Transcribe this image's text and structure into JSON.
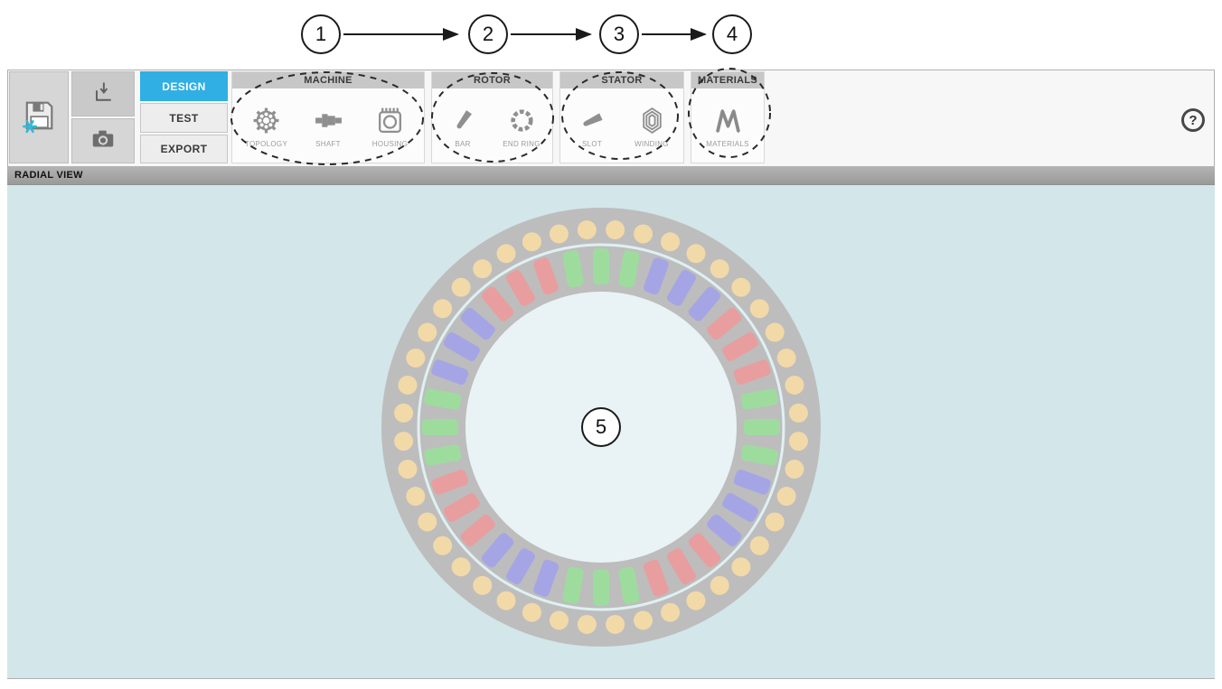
{
  "annotations": {
    "callouts": [
      {
        "label": "1"
      },
      {
        "label": "2"
      },
      {
        "label": "3"
      },
      {
        "label": "4"
      },
      {
        "label": "5"
      }
    ]
  },
  "toolbar": {
    "save_button_icon": "save-disk-snowflake-icon",
    "import_button_icon": "import-arrow-icon",
    "snapshot_button_icon": "camera-icon",
    "help_label": "?"
  },
  "ribbon": {
    "tabs": [
      {
        "label": "DESIGN",
        "active": true
      },
      {
        "label": "TEST",
        "active": false
      },
      {
        "label": "EXPORT",
        "active": false
      }
    ],
    "groups": [
      {
        "label": "MACHINE",
        "items": [
          {
            "label": "TOPOLOGY",
            "icon": "topology-gear-icon"
          },
          {
            "label": "SHAFT",
            "icon": "shaft-icon"
          },
          {
            "label": "HOUSING",
            "icon": "housing-icon"
          }
        ]
      },
      {
        "label": "ROTOR",
        "items": [
          {
            "label": "BAR",
            "icon": "rotor-bar-icon"
          },
          {
            "label": "END RING",
            "icon": "end-ring-icon"
          }
        ]
      },
      {
        "label": "STATOR",
        "items": [
          {
            "label": "SLOT",
            "icon": "stator-slot-icon"
          },
          {
            "label": "WINDING",
            "icon": "winding-coil-icon"
          }
        ]
      },
      {
        "label": "MATERIALS",
        "items": [
          {
            "label": "MATERIALS",
            "icon": "materials-m-icon"
          }
        ]
      }
    ]
  },
  "view": {
    "title": "RADIAL VIEW"
  },
  "colors": {
    "accent": "#2FAFE3",
    "canvas_background": "#D3E6EA",
    "group_header": "#C7C7C7"
  },
  "motor": {
    "type": "radial-cross-section",
    "stator_slot_count": 36,
    "slots_per_phase_group": 3,
    "phase_color_cycle": [
      "green",
      "blue",
      "red"
    ],
    "rotor_bar_count": 44,
    "colors": {
      "lamination": "#BDBDBD",
      "rotor_bar": "#F2D9A8",
      "airgap": "#DFF0F2",
      "green": "#9EDC9E",
      "blue": "#A5A5E5",
      "red": "#E89E9E",
      "bore": "#E9F3F5"
    }
  }
}
